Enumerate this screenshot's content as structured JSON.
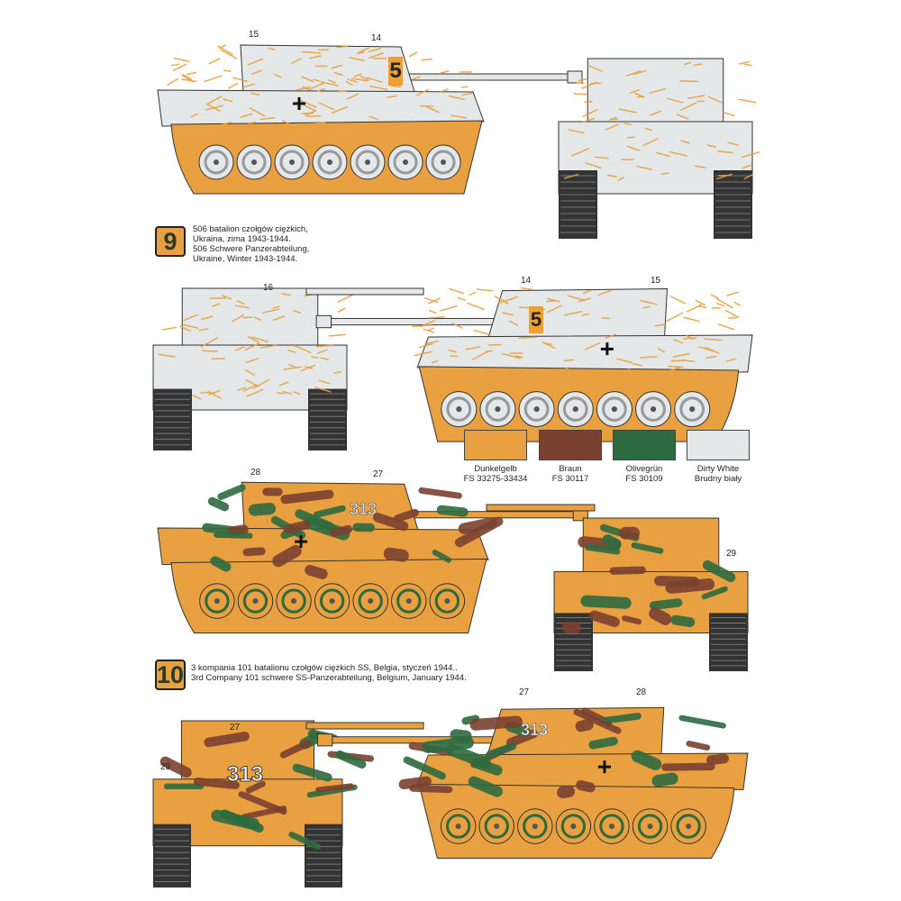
{
  "scheme9": {
    "number": "9",
    "caption_lines": [
      "506 batalion czołgów ciężkich,",
      "Ukraina, zima 1943-1944.",
      "506 Schwere Panzerabteilung,",
      "Ukraine, Winter 1943-1944."
    ],
    "turret_number": "5",
    "callouts": [
      "15",
      "14",
      "16",
      "14",
      "15"
    ]
  },
  "scheme10": {
    "number": "10",
    "caption_lines": [
      "3 kompania 101 batalionu czołgów ciężkich SS, Belgia, styczeń 1944..",
      "3rd Company 101 schwere SS-Panzerabteilung, Belgium, January 1944."
    ],
    "turret_number": "313",
    "callouts": [
      "28",
      "27",
      "29",
      "27",
      "29",
      "27",
      "28"
    ]
  },
  "palette": [
    {
      "name": "Dunkelgelb",
      "code": "FS 33275-33434",
      "color": "#e8a040"
    },
    {
      "name": "Braun",
      "code": "FS 30117",
      "color": "#7a4030"
    },
    {
      "name": "Olivegrün",
      "code": "FS 30109",
      "color": "#2e6a40"
    },
    {
      "name": "Dirty White",
      "code": "Brudny biały",
      "color": "#e4e8e8"
    }
  ]
}
